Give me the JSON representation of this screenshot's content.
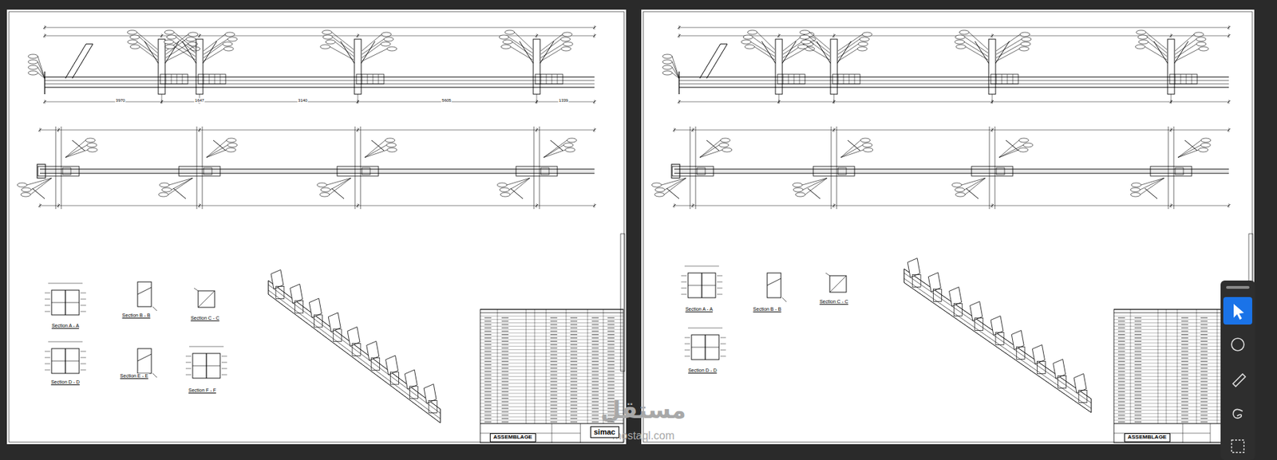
{
  "diagram": {
    "nodes": [
      {
        "text": [
          "ASSEMBLAGE"
        ]
      },
      {
        "text": [
          "simac"
        ]
      },
      {
        "text": [
          "ASSEMBLAGE"
        ]
      }
    ],
    "labels": [
      "Section A - A",
      "Section B - B",
      "Section C - C",
      "Section D - D",
      "Section E - E",
      "Section F - F",
      "Section A - A",
      "Section B - B",
      "Section C - C",
      "Section D - D",
      "مستقل",
      "mostaql.com",
      "3970",
      "1647",
      "3140",
      "5605",
      "1339"
    ]
  }
}
